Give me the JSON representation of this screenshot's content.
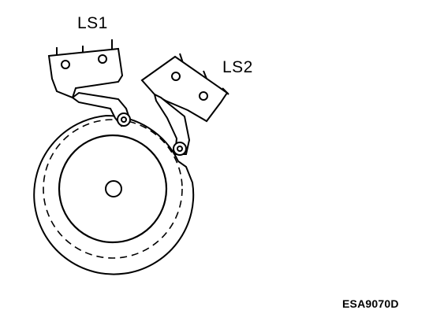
{
  "labels": {
    "ls1": "LS1",
    "ls2": "LS2",
    "figure_code": "ESA9070D"
  },
  "colors": {
    "line": "#000000",
    "background": "#ffffff"
  }
}
